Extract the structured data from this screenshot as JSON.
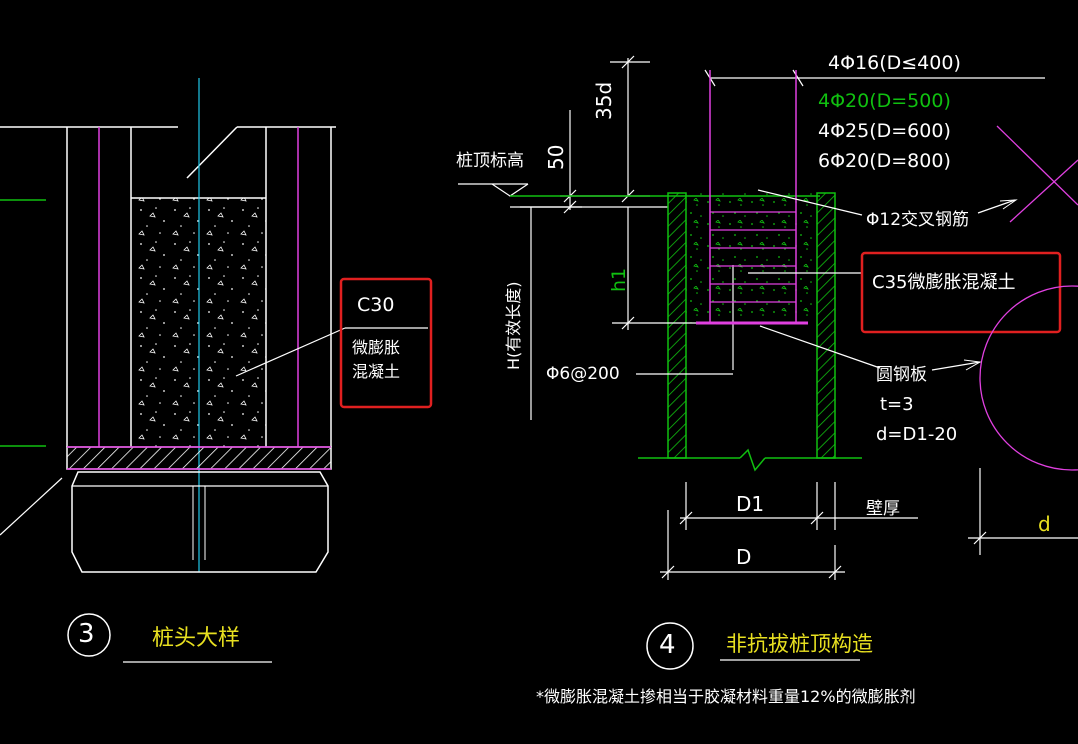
{
  "detail3": {
    "number": "3",
    "title": "桩头大样",
    "concrete_grade": "C30",
    "concrete_line1": "微膨胀",
    "concrete_line2": "混凝土"
  },
  "detail4": {
    "number": "4",
    "title": "非抗拔桩顶构造",
    "rebar_1": "4Φ16(D≤400)",
    "rebar_2": "4Φ20(D=500)",
    "rebar_3": "4Φ25(D=600)",
    "rebar_4": "6Φ20(D=800)",
    "dim_35d": "35d",
    "dim_50": "50",
    "pile_top_label": "桩顶标高",
    "cross_bar": "Φ12交叉钢筋",
    "concrete": "C35微膨胀混凝土",
    "h1": "h1",
    "h_label": "H(有效长度)",
    "stirrup": "Φ6@200",
    "steel_plate": "圆钢板",
    "t": "t=3",
    "d_eq": "d=D1-20",
    "d1": "D1",
    "wall": "壁厚",
    "d": "D",
    "small_d": "d"
  },
  "footnote": "*微膨胀混凝土掺相当于胶凝材料重量12%的微膨胀剂",
  "colors": {
    "background": "#000000",
    "line_white": "#ffffff",
    "magenta": "#e040e0",
    "green": "#10c010",
    "cyan": "#20c8e8",
    "yellow": "#e8e020",
    "highlight_red": "#e02020"
  }
}
